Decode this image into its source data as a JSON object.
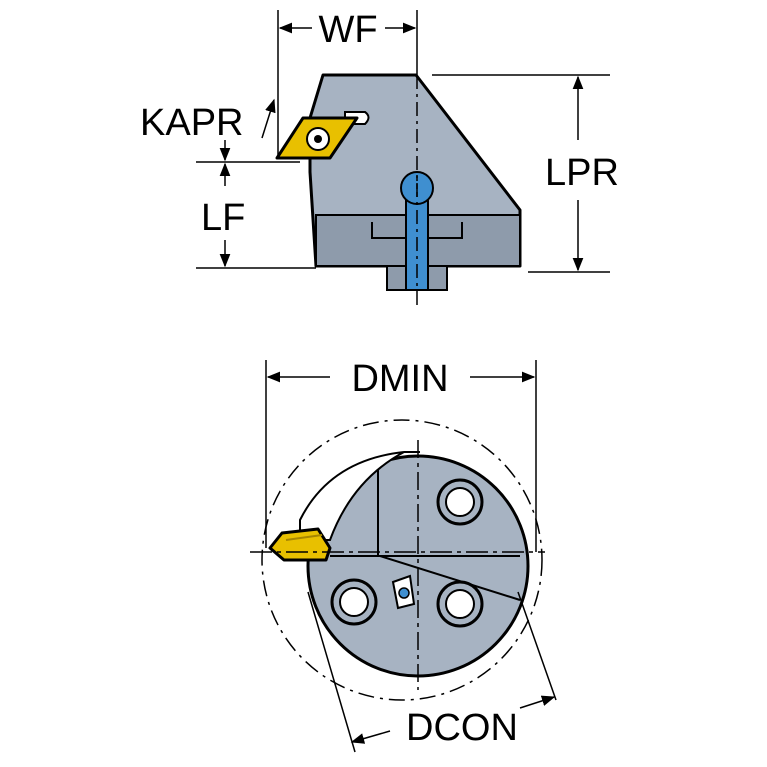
{
  "labels": {
    "wf": "WF",
    "kapr": "KAPR",
    "lf": "LF",
    "lpr": "LPR",
    "dmin": "DMIN",
    "dcon": "DCON"
  },
  "colors": {
    "body": "#a7b3c2",
    "body_dark": "#6e7c8c",
    "insert": "#e8c000",
    "insert_dark": "#a68600",
    "screw_blue": "#3f8fd0",
    "outline": "#000000"
  }
}
